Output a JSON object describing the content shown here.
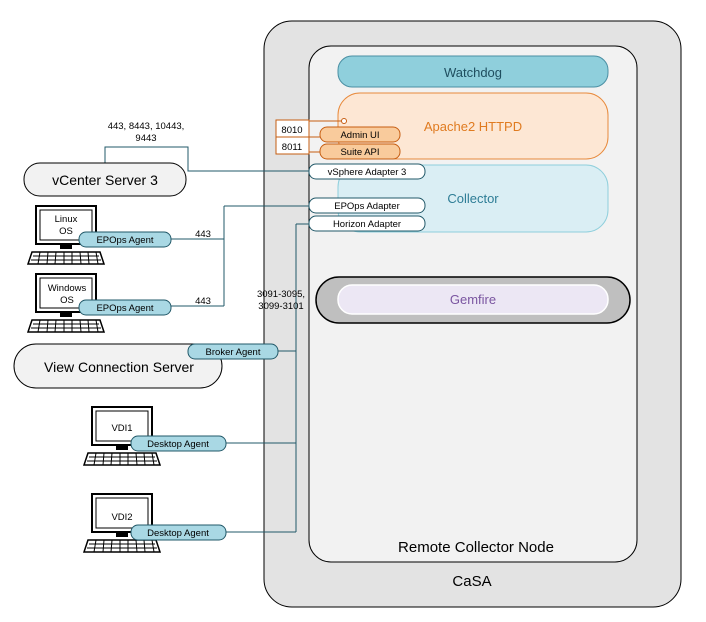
{
  "casa": {
    "label": "CaSA"
  },
  "rcn": {
    "label": "Remote Collector Node"
  },
  "watchdog": {
    "label": "Watchdog"
  },
  "apache": {
    "label": "Apache2 HTTPD"
  },
  "admin_ui": {
    "label": "Admin UI",
    "port": "8010"
  },
  "suite_api": {
    "label": "Suite API",
    "port": "8011"
  },
  "collector": {
    "label": "Collector"
  },
  "adapters": {
    "vsphere": "vSphere Adapter 3",
    "epops": "EPOps Adapter",
    "horizon": "Horizon Adapter"
  },
  "gemfire": {
    "label": "Gemfire"
  },
  "vcenter": {
    "label": "vCenter Server 3",
    "ports_line1": "443, 8443, 10443,",
    "ports_line2": "9443"
  },
  "linux": {
    "line1": "Linux",
    "line2": "OS",
    "agent": "EPOps Agent",
    "port": "443"
  },
  "windows": {
    "line1": "Windows",
    "line2": "OS",
    "agent": "EPOps Agent",
    "port": "443"
  },
  "view": {
    "label": "View Connection Server",
    "agent": "Broker Agent"
  },
  "horizon_ports": {
    "line1": "3091-3095,",
    "line2": "3099-3101"
  },
  "vdi1": {
    "label": "VDI1",
    "agent": "Desktop Agent"
  },
  "vdi2": {
    "label": "VDI2",
    "agent": "Desktop Agent"
  },
  "colors": {
    "casa_fill": "#e3e3e3",
    "rcn_fill": "#f2f2f2",
    "watchdog_fill": "#8fcfdc",
    "apache_fill": "#fde7d4",
    "apache_stroke": "#e88a3c",
    "apache_text": "#e07b20",
    "collector_fill": "#daeef4",
    "collector_stroke": "#8fcfdc",
    "collector_text": "#2e7d96",
    "agent_fill": "#a9d8e4",
    "gemfire_outer": "#bfbfbf",
    "gemfire_inner": "#ece7f4",
    "gemfire_text": "#7a55a0",
    "line": "#215868"
  }
}
